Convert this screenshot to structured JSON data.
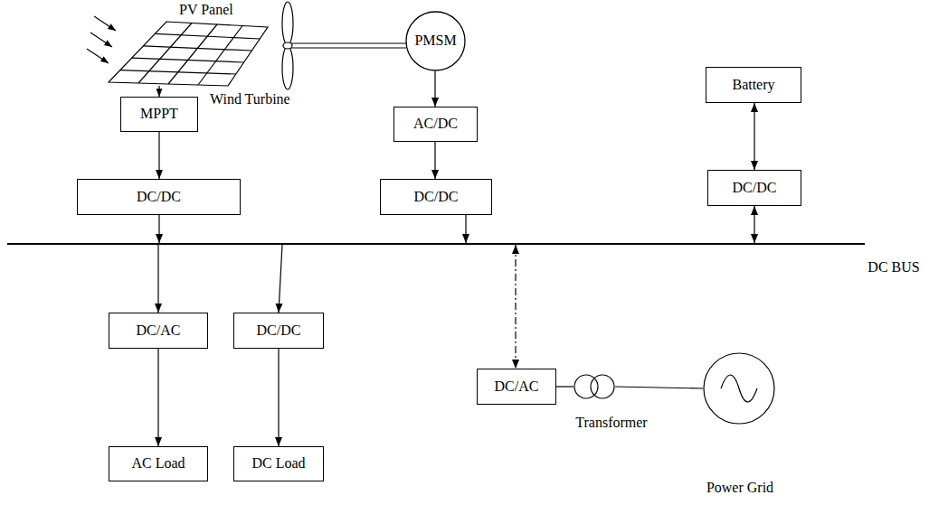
{
  "diagram": {
    "nodes": [
      {
        "text": [
          "PMSM"
        ]
      },
      {
        "text": [
          "Battery"
        ]
      },
      {
        "text": [
          "MPPT"
        ]
      },
      {
        "text": [
          "AC/DC"
        ]
      },
      {
        "text": [
          "DC/DC"
        ]
      },
      {
        "text": [
          "DC/DC"
        ]
      },
      {
        "text": [
          "DC/DC"
        ]
      },
      {
        "text": [
          "DC BUS"
        ]
      },
      {
        "text": [
          "DC/AC"
        ]
      },
      {
        "text": [
          "DC/DC"
        ]
      },
      {
        "text": [
          "DC/AC"
        ]
      },
      {
        "text": [
          "Transformer"
        ]
      },
      {
        "text": [
          "Power Grid"
        ]
      },
      {
        "text": [
          "AC Load"
        ]
      },
      {
        "text": [
          "DC Load"
        ]
      }
    ],
    "edges": [
      {
        "from": 2,
        "to": 4,
        "arrow": "to"
      },
      {
        "from": 0,
        "to": 3,
        "arrow": "to"
      },
      {
        "from": 3,
        "to": 5,
        "arrow": "to"
      },
      {
        "from": 1,
        "to": 6,
        "arrow": "both"
      },
      {
        "from": 4,
        "to": 7,
        "arrow": "to"
      },
      {
        "from": 5,
        "to": 7,
        "arrow": "to"
      },
      {
        "from": 6,
        "to": 7,
        "arrow": "both"
      },
      {
        "from": 7,
        "to": 8,
        "arrow": "to"
      },
      {
        "from": 7,
        "to": 9,
        "arrow": "to"
      },
      {
        "from": 7,
        "to": 10,
        "arrow": "both"
      },
      {
        "from": 8,
        "to": 13,
        "arrow": "to"
      },
      {
        "from": 9,
        "to": 14,
        "arrow": "to"
      },
      {
        "from": 10,
        "to": 11,
        "arrow": "none"
      },
      {
        "from": 11,
        "to": 12,
        "arrow": "none"
      }
    ],
    "labels": [
      "PV Panel",
      "Wind Turbine"
    ]
  }
}
